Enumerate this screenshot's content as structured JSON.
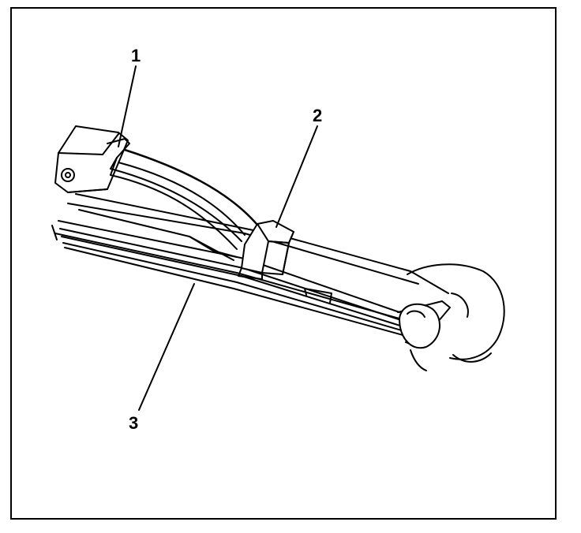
{
  "callouts": {
    "one": "1",
    "two": "2",
    "three": "3"
  },
  "icons": [
    "wiper-arm-icon",
    "blade-clip-icon",
    "wiper-blade-icon",
    "hand-icon"
  ],
  "colors": {
    "line": "#000000",
    "background": "#ffffff"
  }
}
